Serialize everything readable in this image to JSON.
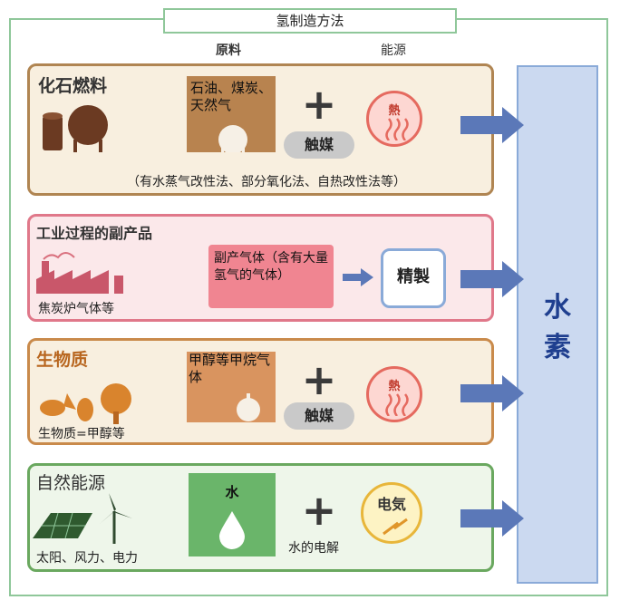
{
  "title": "氢制造方法",
  "headers": {
    "raw": "原料",
    "energy": "能源"
  },
  "hydrogen": {
    "line1": "水",
    "line2": "素"
  },
  "rows": [
    {
      "title": "化石燃料",
      "materials": "石油、煤炭、天然气",
      "catalyst": "触媒",
      "energy": "熱",
      "note": "（有水蒸气改性法、部分氧化法、自热改性法等）",
      "plus": "+"
    },
    {
      "title": "工业过程的副产品",
      "sub": "焦炭炉气体等",
      "byproduct": "副产气体（含有大量氢气的气体）",
      "refine": "精製"
    },
    {
      "title": "生物质",
      "sub": "生物质=甲醇等",
      "materials": "甲醇等甲烷气体",
      "catalyst": "触媒",
      "energy": "熱",
      "plus": "+"
    },
    {
      "title": "自然能源",
      "sub": "太阳、风力、电力",
      "materials": "水",
      "electrolysis": "水的电解",
      "energy": "电気",
      "plus": "+"
    }
  ],
  "colors": {
    "frame": "#8fc79a",
    "arrow": "#5b78b8",
    "hydrogen_bg": "#cbd9f0",
    "hydrogen_text": "#1f3f8f"
  }
}
